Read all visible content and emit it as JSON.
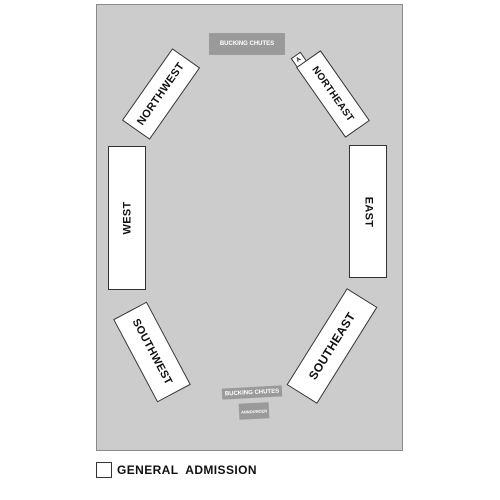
{
  "chutes": {
    "top": "BUCKING CHUTES",
    "bottom": "BUCKING CHUTES",
    "bottom_small": "ANNOUNCER"
  },
  "sections": {
    "northwest": "NORTHWEST",
    "northeast": "NORTHEAST",
    "northeast_small": "A",
    "west": "WEST",
    "east": "EAST",
    "southwest": "SOUTHWEST",
    "southeast": "SOUTHEAST"
  },
  "legend": {
    "label": "GENERAL  ADMISSION",
    "swatch_color": "#ffffff"
  },
  "colors": {
    "arena_fill": "#cccccc",
    "chute_fill": "#9a9a9a",
    "section_fill": "#ffffff"
  }
}
